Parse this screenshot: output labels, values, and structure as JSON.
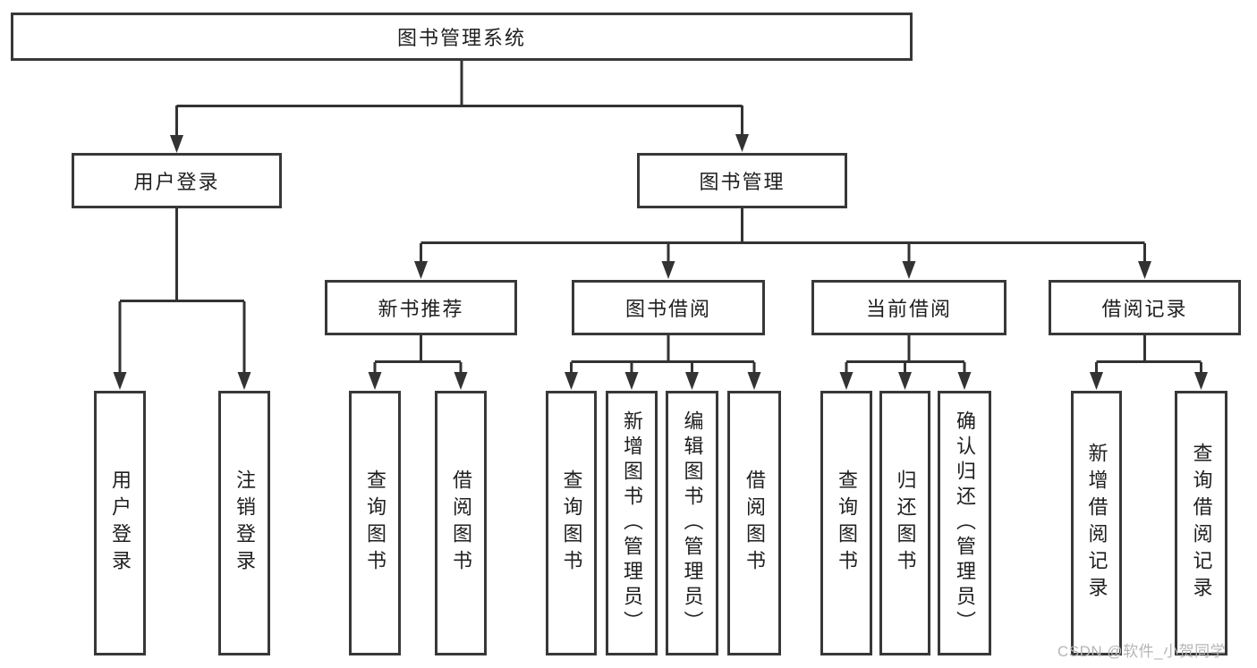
{
  "nodes": {
    "root": {
      "label": "图书管理系统"
    },
    "level2": [
      {
        "label": "用户登录"
      },
      {
        "label": "图书管理"
      }
    ],
    "level3": [
      {
        "label": "新书推荐"
      },
      {
        "label": "图书借阅"
      },
      {
        "label": "当前借阅"
      },
      {
        "label": "借阅记录"
      }
    ],
    "leaves": {
      "user": [
        {
          "label": "用户登录"
        },
        {
          "label": "注销登录"
        }
      ],
      "newbook": [
        {
          "label": "查询图书"
        },
        {
          "label": "借阅图书"
        }
      ],
      "borrow": [
        {
          "label": "查询图书"
        },
        {
          "label": "新增图书（管理员）"
        },
        {
          "label": "编辑图书（管理员）"
        },
        {
          "label": "借阅图书"
        }
      ],
      "current": [
        {
          "label": "查询图书"
        },
        {
          "label": "归还图书"
        },
        {
          "label": "确认归还（管理员）"
        }
      ],
      "records": [
        {
          "label": "新增借阅记录"
        },
        {
          "label": "查询借阅记录"
        }
      ]
    }
  },
  "watermark": {
    "text": "CSDN @软件_小贺同学"
  },
  "colors": {
    "line": "#333333",
    "box_border": "#383838",
    "box_fill": "#ffffff",
    "text": "#1f1f1f",
    "watermark": "#b5b5b5",
    "background": "#ffffff"
  }
}
